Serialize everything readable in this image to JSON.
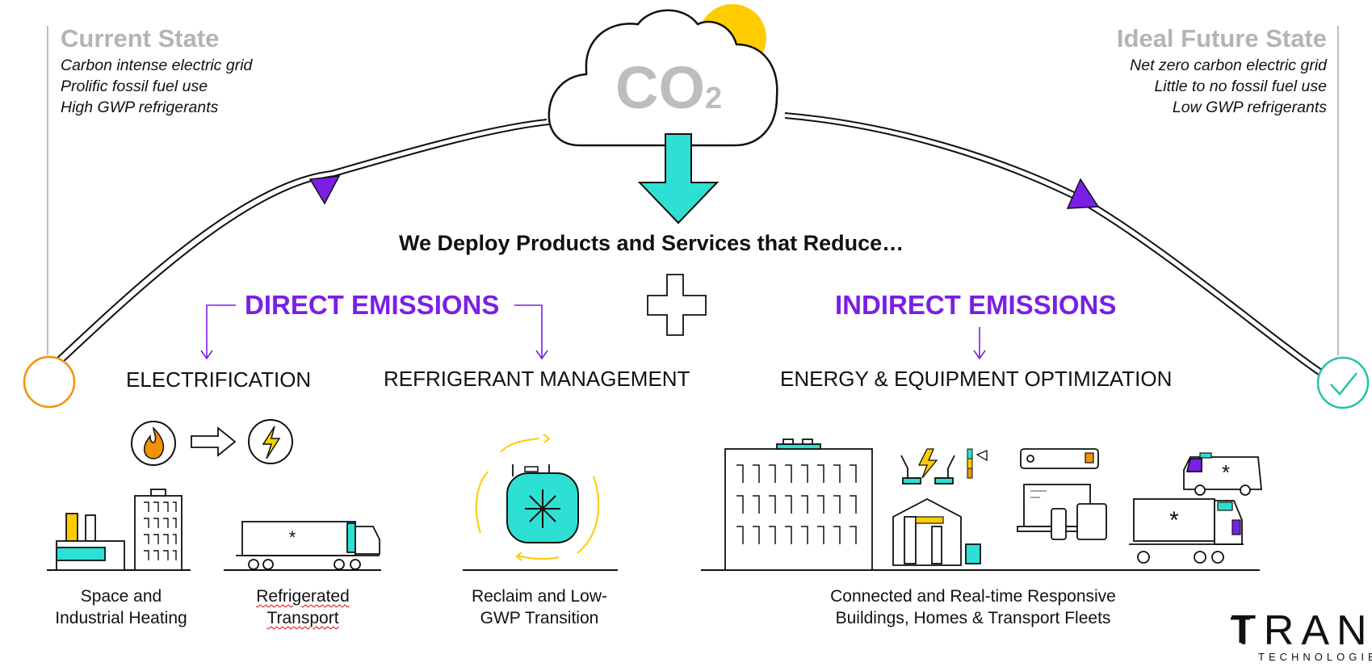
{
  "current_state": {
    "title": "Current State",
    "lines": [
      "Carbon intense electric grid",
      "Prolific fossil fuel use",
      "High GWP refrigerants"
    ]
  },
  "future_state": {
    "title": "Ideal Future State",
    "lines": [
      "Net zero carbon electric grid",
      "Little to no fossil fuel use",
      "Low GWP refrigerants"
    ]
  },
  "co2": {
    "main": "CO",
    "sub": "2"
  },
  "headline": "We Deploy Products and Services that Reduce…",
  "direct": {
    "title": "DIRECT EMISSIONS",
    "categories": [
      "ELECTRIFICATION",
      "REFRIGERANT MANAGEMENT"
    ]
  },
  "indirect": {
    "title": "INDIRECT EMISSIONS",
    "categories": [
      "ENERGY & EQUIPMENT OPTIMIZATION"
    ]
  },
  "captions": {
    "heating": [
      "Space and",
      "Industrial Heating"
    ],
    "transport": [
      "Refrigerated",
      "Transport"
    ],
    "reclaim": [
      "Reclaim and Low-",
      "GWP Transition"
    ],
    "connected": [
      "Connected and Real-time Responsive",
      "Buildings, Homes & Transport Fleets"
    ]
  },
  "logo": {
    "word": "TRANE",
    "sub": "TECHNOLOGIES"
  },
  "colors": {
    "purple": "#7a1fe6",
    "teal": "#2ee0d4",
    "orange": "#f39200",
    "sun": "#ffcc00",
    "grey_title": "#b4b4b4",
    "check_teal": "#22c4a6"
  },
  "icons": [
    "cloud-icon",
    "sun-icon",
    "down-arrow-icon",
    "plus-icon",
    "flame-icon",
    "right-arrow-icon",
    "lightning-icon",
    "factory-icon",
    "truck-icon",
    "refrigerant-tank-icon",
    "office-building-icon",
    "house-icon",
    "devices-icon",
    "van-icon",
    "check-icon"
  ]
}
